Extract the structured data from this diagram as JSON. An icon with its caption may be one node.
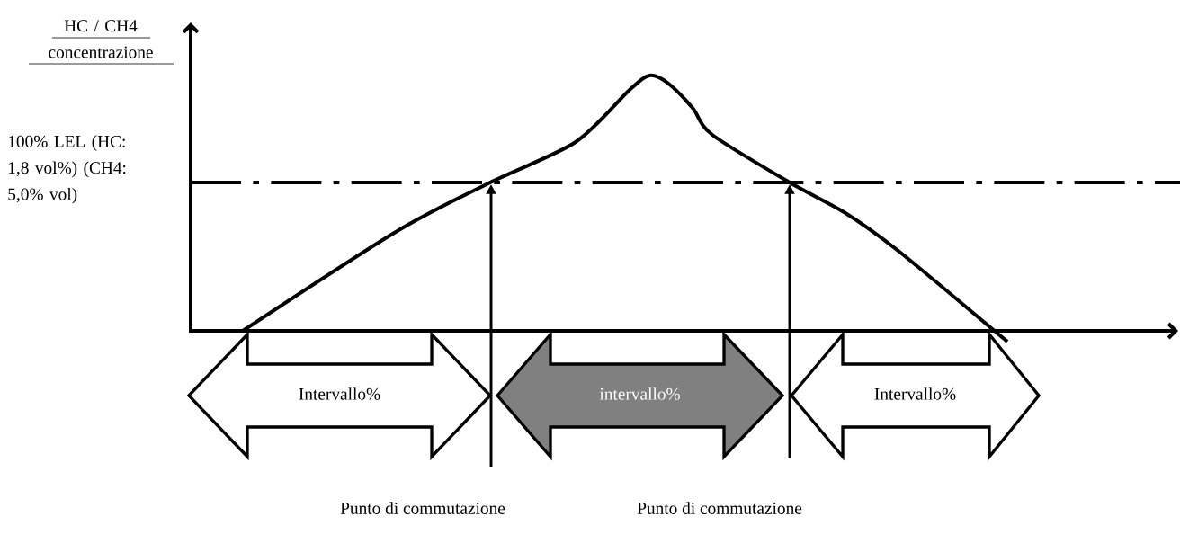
{
  "diagram": {
    "nodes": [
      {
        "text": [
          "Intervallo%"
        ]
      },
      {
        "text": [
          "intervallo%"
        ]
      },
      {
        "text": [
          "Intervallo%"
        ]
      }
    ],
    "edges": [],
    "labels": [
      "HC / CH4 concentrazione",
      "100% LEL (HC: 1,8 vol%) (CH4: 5,0% vol)",
      "Punto di commutazione",
      "Punto di commutazione"
    ]
  }
}
